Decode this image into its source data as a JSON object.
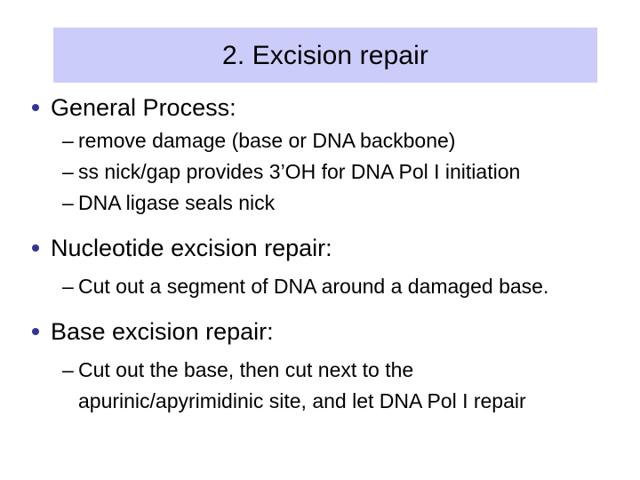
{
  "slide": {
    "title": "2. Excision repair",
    "banner_color": "#ccccfa",
    "bullet_color": "#333399",
    "background_color": "#ffffff",
    "text_color": "#000000",
    "sections": [
      {
        "heading": "General Process:",
        "sub_bullets": [
          "remove damage (base or DNA backbone)",
          "ss nick/gap provides 3’OH for DNA Pol I initiation",
          "DNA ligase seals nick"
        ]
      },
      {
        "heading": "Nucleotide excision repair:",
        "sub_bullets": [
          "Cut out a segment of DNA around a damaged base."
        ]
      },
      {
        "heading": "Base excision repair:",
        "sub_bullets": [
          "Cut out the base, then cut next to the apurinic/apyrimidinic site, and let DNA Pol I repair"
        ]
      }
    ],
    "glyphs": {
      "sub_bullet_dash": "–"
    }
  }
}
